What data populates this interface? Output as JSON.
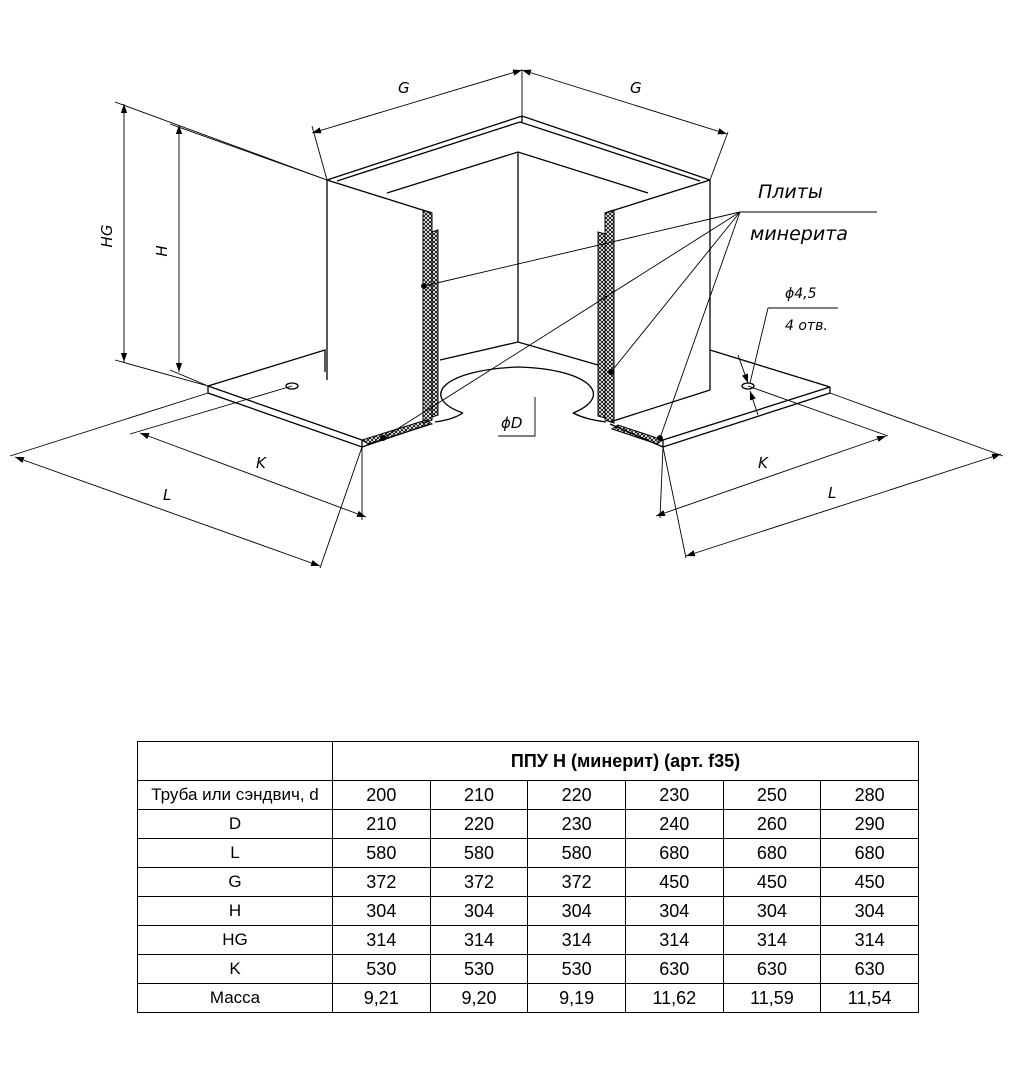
{
  "drawing": {
    "labels": {
      "G_left": "G",
      "G_right": "G",
      "HG": "HG",
      "H": "H",
      "plates_line1": "Плиты",
      "plates_line2": "минерита",
      "hole_dia": "ϕ4,5",
      "hole_count": "4 отв.",
      "D": "ϕD",
      "K_left": "K",
      "L_left": "L",
      "K_right": "K",
      "L_right": "L"
    }
  },
  "table": {
    "title": "ППУ Н (минерит) (арт. f35)",
    "rows": [
      {
        "label": "Труба или сэндвич, d",
        "values": [
          "200",
          "210",
          "220",
          "230",
          "250",
          "280"
        ]
      },
      {
        "label": "D",
        "values": [
          "210",
          "220",
          "230",
          "240",
          "260",
          "290"
        ]
      },
      {
        "label": "L",
        "values": [
          "580",
          "580",
          "580",
          "680",
          "680",
          "680"
        ]
      },
      {
        "label": "G",
        "values": [
          "372",
          "372",
          "372",
          "450",
          "450",
          "450"
        ]
      },
      {
        "label": "H",
        "values": [
          "304",
          "304",
          "304",
          "304",
          "304",
          "304"
        ]
      },
      {
        "label": "HG",
        "values": [
          "314",
          "314",
          "314",
          "314",
          "314",
          "314"
        ]
      },
      {
        "label": "K",
        "values": [
          "530",
          "530",
          "530",
          "630",
          "630",
          "630"
        ]
      },
      {
        "label": "Масса",
        "values": [
          "9,21",
          "9,20",
          "9,19",
          "11,62",
          "11,59",
          "11,54"
        ]
      }
    ]
  }
}
